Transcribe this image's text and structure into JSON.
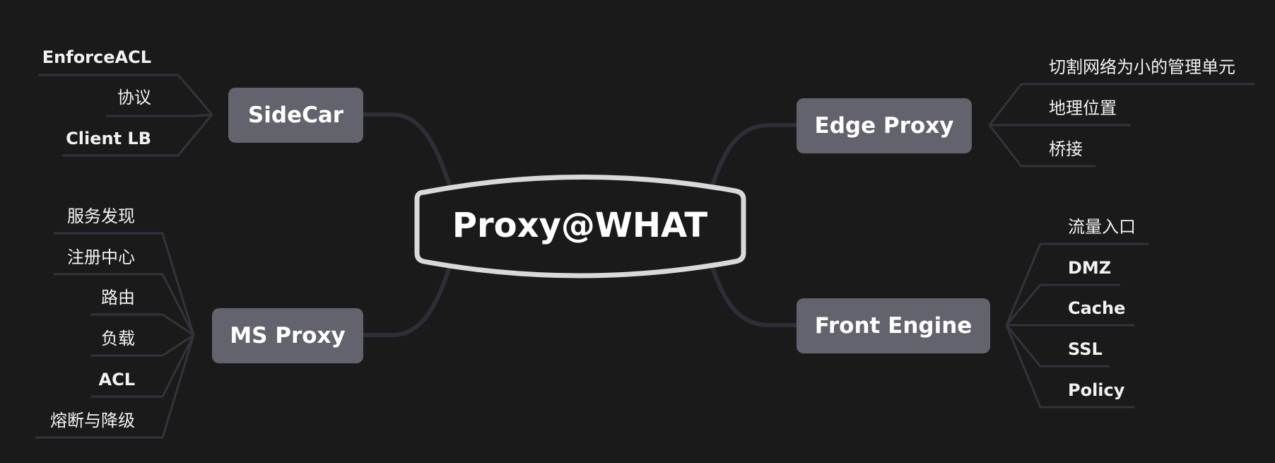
{
  "root": {
    "label": "Proxy@WHAT"
  },
  "branches": {
    "sidecar": {
      "label": "SideCar",
      "items": [
        "EnforceACL",
        "协议",
        "Client LB"
      ]
    },
    "ms_proxy": {
      "label": "MS Proxy",
      "items": [
        "服务发现",
        "注册中心",
        "路由",
        "负载",
        "ACL",
        "熔断与降级"
      ]
    },
    "edge_proxy": {
      "label": "Edge Proxy",
      "items": [
        "切割网络为小的管理单元",
        "地理位置",
        "桥接"
      ]
    },
    "front_engine": {
      "label": "Front Engine",
      "items": [
        "流量入口",
        "DMZ",
        "Cache",
        "SSL",
        "Policy"
      ]
    }
  },
  "colors": {
    "background": "#1a1a1a",
    "node_fill": "#63636d",
    "connector": "#2e2e38",
    "root_border": "#d9d9d9",
    "text": "#ffffff"
  }
}
